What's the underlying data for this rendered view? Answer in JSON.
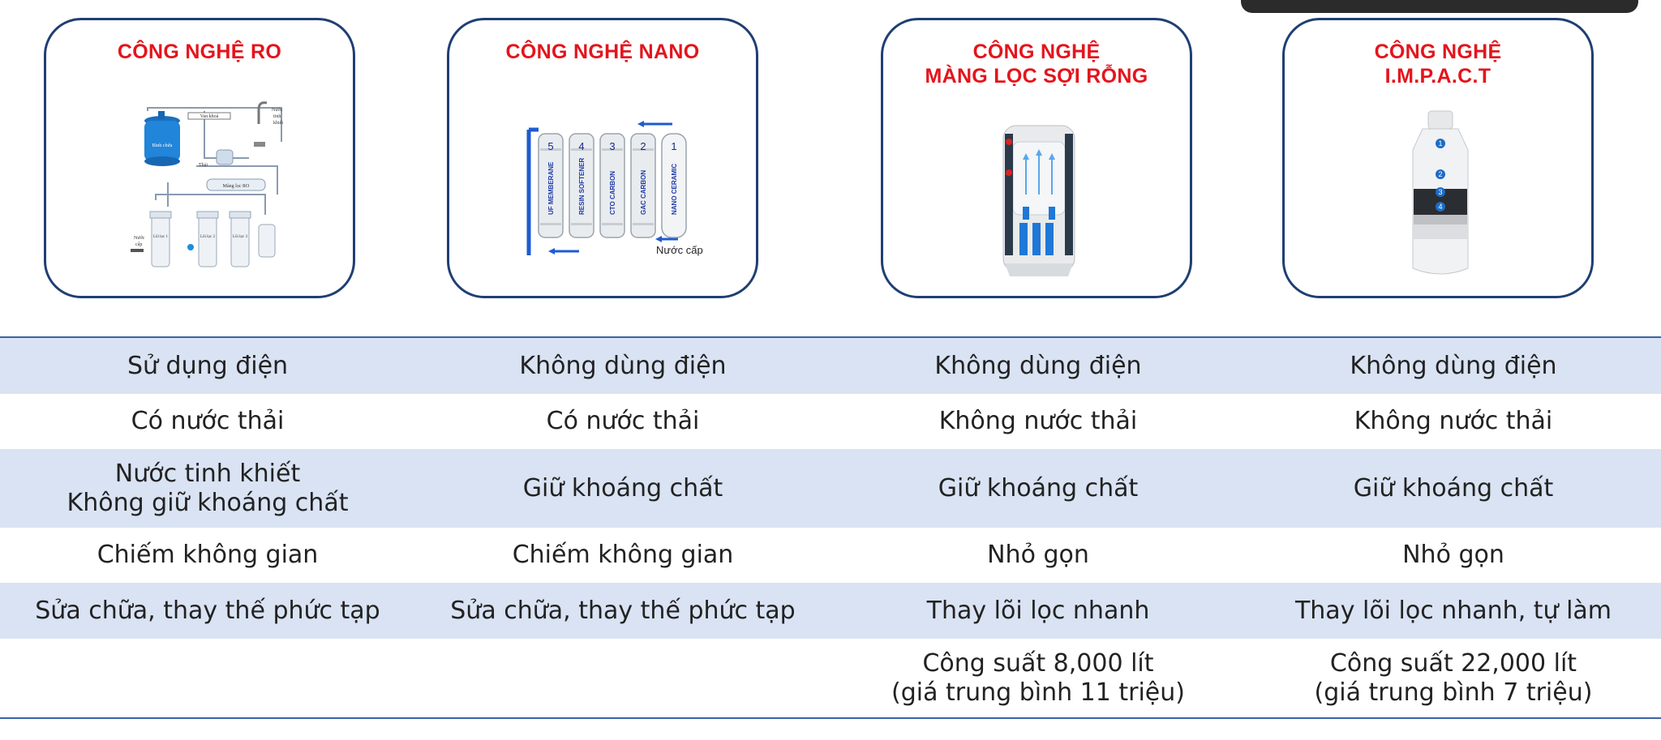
{
  "cards": [
    {
      "title": "CÔNG NGHỆ RO",
      "labels": {
        "tank": "Bình chứa",
        "faucet": "Nước\ntinh\nkhiết",
        "flow": "Van khoá",
        "drain": "Thải",
        "membrane": "Màng lọc RO",
        "inlet": "Nước\ncấp",
        "c1": "Lõi\nlọc\nsố 1",
        "c2": "Lõi\nlọc\nsố 2",
        "c3": "Lõi\nlọc\nsố 3"
      }
    },
    {
      "title": "CÔNG NGHỆ NANO",
      "numbers": [
        "5",
        "4",
        "3",
        "2",
        "1"
      ],
      "cartridges": [
        "UF MEMBERANE",
        "RESIN SOFTENER",
        "CTO CARBON",
        "GAC CARBON",
        "NANO CERAMIC"
      ],
      "inlet": "Nước cấp"
    },
    {
      "title": "CÔNG NGHỆ\nMÀNG LỌC SỢI RỖNG"
    },
    {
      "title": "CÔNG NGHỆ\nI.M.P.A.C.T",
      "numbers": [
        "1",
        "2",
        "3",
        "4"
      ]
    }
  ],
  "table": {
    "rows": [
      [
        "Sử dụng điện",
        "Không dùng điện",
        "Không dùng điện",
        "Không dùng điện"
      ],
      [
        "Có nước thải",
        "Có nước thải",
        "Không nước thải",
        "Không nước thải"
      ],
      [
        "Nước tinh khiết\nKhông giữ khoáng chất",
        "Giữ khoáng chất",
        "Giữ khoáng chất",
        "Giữ khoáng chất"
      ],
      [
        "Chiếm không gian",
        "Chiếm không gian",
        "Nhỏ gọn",
        "Nhỏ gọn"
      ],
      [
        "Sửa chữa, thay thế phức tạp",
        "Sửa chữa, thay thế phức tạp",
        "Thay lõi lọc nhanh",
        "Thay lõi lọc nhanh, tự làm"
      ],
      [
        "",
        "",
        "Công suất 8,000 lít\n(giá trung bình 11 triệu)",
        "Công suất 22,000 lít\n(giá trung bình 7 triệu)"
      ]
    ]
  },
  "colors": {
    "title_red": "#e4141c",
    "border_navy": "#1f3f73",
    "row_shade": "#d9e3f3",
    "table_line": "#3b63a5"
  }
}
